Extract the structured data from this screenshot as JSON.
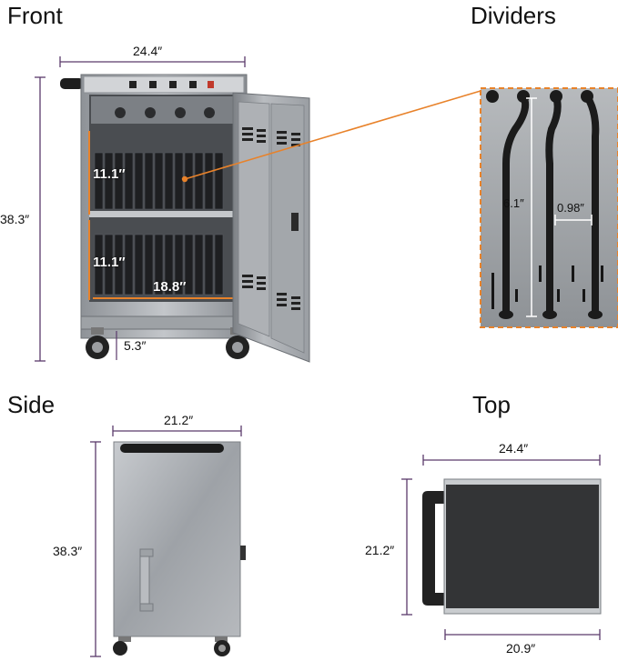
{
  "views": {
    "front": {
      "title": "Front",
      "width": "24.4″",
      "height": "38.3″",
      "shelf_upper": "11.1″",
      "shelf_lower": "11.1″",
      "inner_width": "18.8″",
      "caster_height": "5.3″"
    },
    "dividers": {
      "title": "Dividers",
      "height": "6.1″",
      "spacing": "0.98″"
    },
    "side": {
      "title": "Side",
      "width": "21.2″",
      "height": "38.3″"
    },
    "top": {
      "title": "Top",
      "width": "24.4″",
      "depth": "21.2″",
      "inner_width": "20.9″"
    }
  },
  "colors": {
    "steel": "#a9adb1",
    "dark_steel": "#6f7378",
    "accent_orange": "#e8822a",
    "dimension_purple": "#5a3a6b",
    "black_panel": "#2a2a2a"
  }
}
